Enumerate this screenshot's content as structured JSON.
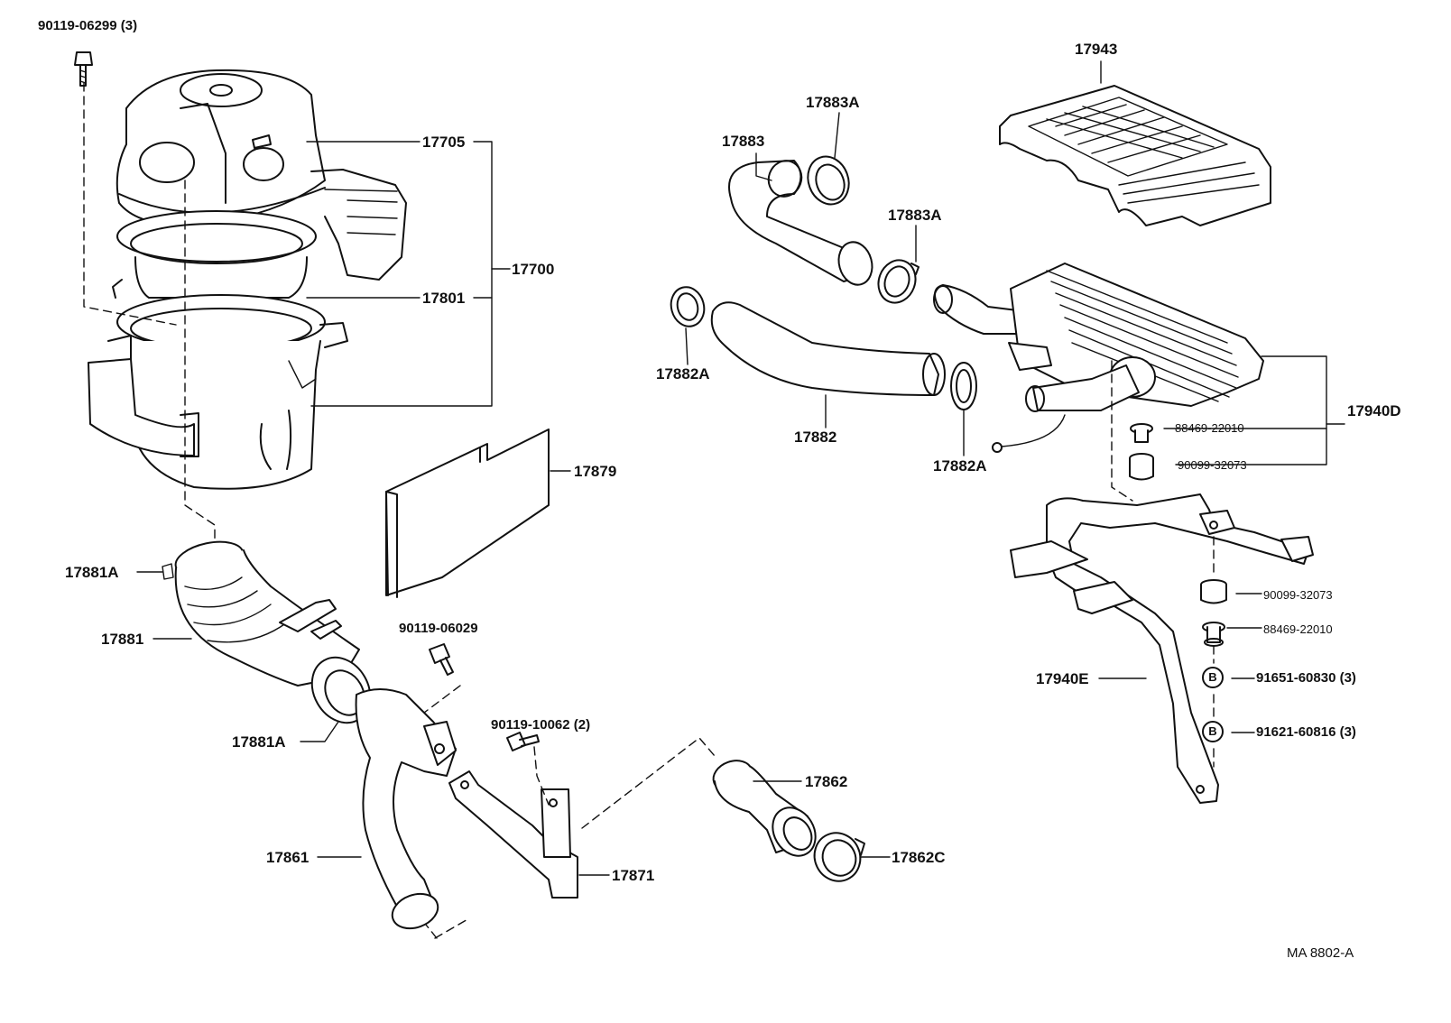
{
  "diagram": {
    "labels": {
      "bolt_top_left": "90119-06299 (3)",
      "air_cleaner_cap": "17705",
      "air_cleaner_assy": "17700",
      "air_cleaner_case": "17801",
      "element": "17879",
      "clamp_upper_inlet": "17881A",
      "inlet_hose": "17881",
      "clamp_lower_inlet": "17881A",
      "bolt_mid": "90119-06029",
      "bolt_bracket": "90119-10062 (2)",
      "intake_pipe": "17861",
      "bracket": "17871",
      "hose_17862": "17862",
      "clamp_17862c": "17862C",
      "hose_17883": "17883",
      "clamp_17883a_top": "17883A",
      "clamp_17883a_mid": "17883A",
      "clamp_17882a_left": "17882A",
      "hose_17882": "17882",
      "clamp_17882a_right": "17882A",
      "intercooler_cover": "17943",
      "intercooler_assy": "17940D",
      "screw_upper": "88469-22010",
      "cushion_upper": "90099-32073",
      "cushion_lower": "90099-32073",
      "screw_lower": "88469-22010",
      "bolt_b1": "91651-60830 (3)",
      "bolt_b2": "91621-60816 (3)",
      "bracket_stay": "17940E",
      "badge_letter": "B",
      "figure_code": "MA  8802-A"
    }
  }
}
